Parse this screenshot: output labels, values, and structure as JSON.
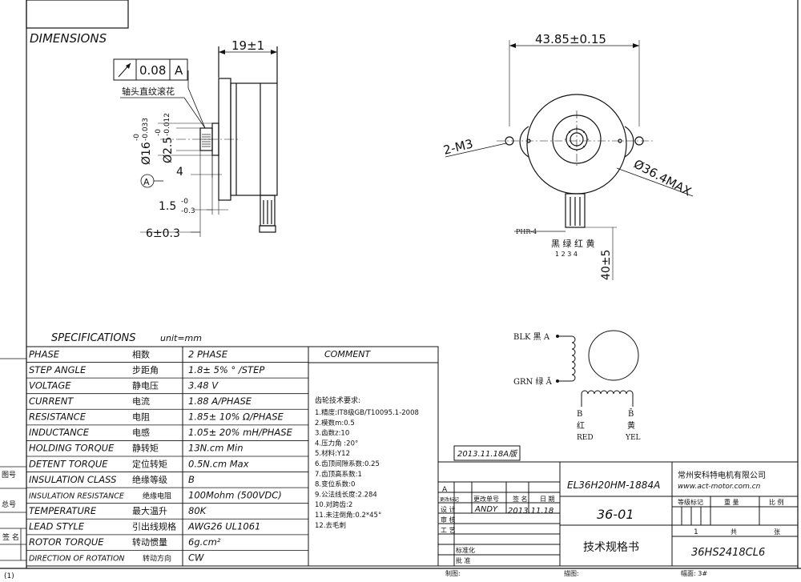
{
  "title": "DIMENSIONS",
  "front": {
    "shaft_length": "19±1",
    "runout_value": "0.08",
    "datum_ref": "A",
    "knurl_note": "轴头直纹滚花",
    "dia16_main": "Ø16",
    "dia16_tol_up": "-0",
    "dia16_tol_low": "-0.033",
    "dia25_main": "Ø2.5",
    "dia25_tol_up": "-0",
    "dia25_tol_low": "-0.012",
    "dim4": "4",
    "datum_a": "A",
    "dim15_main": "1.5",
    "dim15_tol_up": "-0",
    "dim15_tol_low": "-0.3",
    "dim6": "6±0.3"
  },
  "side": {
    "width": "43.85±0.15",
    "holes": "2-M3",
    "outer_dia": "Ø36.4MAX",
    "connector": "PHR-4",
    "wire_colors": "黑 绿 红 黄",
    "wire_numbers": "1 2 3 4",
    "lead_length": "40±5"
  },
  "schematic": {
    "blk": "BLK 黑 A",
    "grn": "GRN 绿 Ā",
    "b_left": "B",
    "b_right": "B̄",
    "red_cn": "红",
    "red_en": "RED",
    "yel_cn": "黄",
    "yel_en": "YEL"
  },
  "specs": {
    "heading": "SPECIFICATIONS",
    "unit": "unit=mm",
    "rows": [
      {
        "en": "PHASE",
        "cn": "相数",
        "val": "2  PHASE"
      },
      {
        "en": "STEP ANGLE",
        "cn": "步距角",
        "val": "1.8± 5% ° /STEP"
      },
      {
        "en": "VOLTAGE",
        "cn": "静电压",
        "val": "3.48 V"
      },
      {
        "en": "CURRENT",
        "cn": "电流",
        "val": "1.88 A/PHASE"
      },
      {
        "en": "RESISTANCE",
        "cn": "电阻",
        "val": "1.85± 10%  Ω/PHASE"
      },
      {
        "en": "INDUCTANCE",
        "cn": "电感",
        "val": "1.05± 20% mH/PHASE"
      },
      {
        "en": "HOLDING TORQUE",
        "cn": "静转矩",
        "val": "13N.cm Min"
      },
      {
        "en": "DETENT TORQUE",
        "cn": "定位转矩",
        "val": "0.5N.cm Max"
      },
      {
        "en": "INSULATION CLASS",
        "cn": "绝缘等级",
        "val": "B"
      },
      {
        "en": "INSULATION RESISTANCE",
        "cn": "绝缘电阻",
        "val": "100Mohm (500VDC)"
      },
      {
        "en": "TEMPERATURE",
        "cn": "最大温升",
        "val": "80K"
      },
      {
        "en": "LEAD STYLE",
        "cn": "引出线规格",
        "val": "AWG26 UL1061"
      },
      {
        "en": "ROTOR TORQUE",
        "cn": "转动惯量",
        "val": "6g.cm²"
      },
      {
        "en": "DIRECTION OF ROTATION",
        "cn": "转动方向",
        "val": "CW"
      }
    ]
  },
  "comment": {
    "header": "COMMENT",
    "gear_title": "齿轮技术要求:",
    "gear_lines": [
      "1.精度:IT8级GB/T10095.1-2008",
      "2.模数m:0.5",
      "3.齿数z:10",
      "4.压力角 :20°",
      "5.材料:Y12",
      "6.齿顶间隙系数:0.25",
      "7.齿顶高系数:1",
      "8.变位系数:0",
      "9.公法线长度:2.284",
      "10.对跨齿:2",
      "11.未注倒角:0.2*45°",
      "12.去毛刺"
    ]
  },
  "title_block": {
    "version": "2013.11.18A版",
    "company_cn": "常州安科特电机有限公司",
    "company_web": "www.act-motor.com.cn",
    "model": "EL36H20HM-1884A",
    "rev_a": "A",
    "rev_label": "更改标记",
    "rev_doc": "更改单号",
    "sign": "签  名",
    "date_h": "日  期",
    "designer_label": "设  计",
    "designer": "ANDY",
    "date": "2013.11.18",
    "check": "审  核",
    "process": "工  艺",
    "standard": "标准化",
    "approve": "批  准",
    "doc_no": "36-01",
    "doc_title": "技术规格书",
    "grade": "等级标记",
    "weight": "重  量",
    "scale": "比  例",
    "sheet_count": "1",
    "total": "共",
    "sheet": "张",
    "part_no": "36HS2418CL6",
    "drawn": "制图:",
    "traced": "描图:",
    "size": "幅面: 3#"
  },
  "margin": {
    "page_no": "(1)",
    "left_labels": [
      "图号",
      "总号",
      "签  名"
    ]
  }
}
